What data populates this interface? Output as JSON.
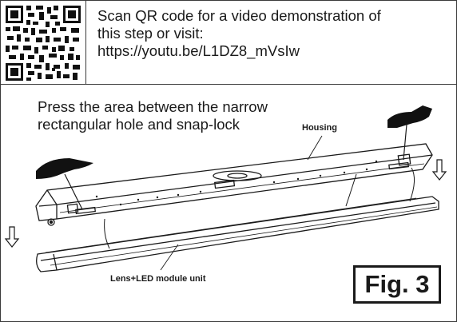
{
  "qr": {
    "icon": "qr-code-icon"
  },
  "scan": {
    "line1": "Scan QR code for a video demonstration of",
    "line2": "this step or visit:",
    "line3": "https://youtu.be/L1DZ8_mVsIw"
  },
  "figure": {
    "instruction_line1": "Press the area between the narrow",
    "instruction_line2": "rectangular hole and snap-lock",
    "housing_label": "Housing",
    "lens_label": "Lens+LED module unit",
    "fig_label": "Fig. 3"
  }
}
